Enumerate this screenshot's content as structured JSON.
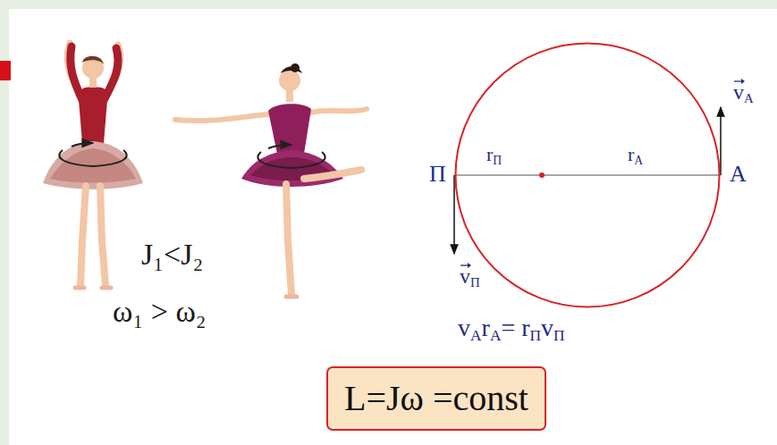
{
  "diagram": {
    "nodes": [
      {
        "text": [
          "rП",
          "rА"
        ]
      },
      {
        "text": [
          "L=Jω =const"
        ]
      }
    ],
    "labels": [
      "J₁<J₂",
      "ω₁ > ω₂",
      "П",
      "А",
      "vА",
      "vП",
      "vАrА= rПvП"
    ]
  }
}
